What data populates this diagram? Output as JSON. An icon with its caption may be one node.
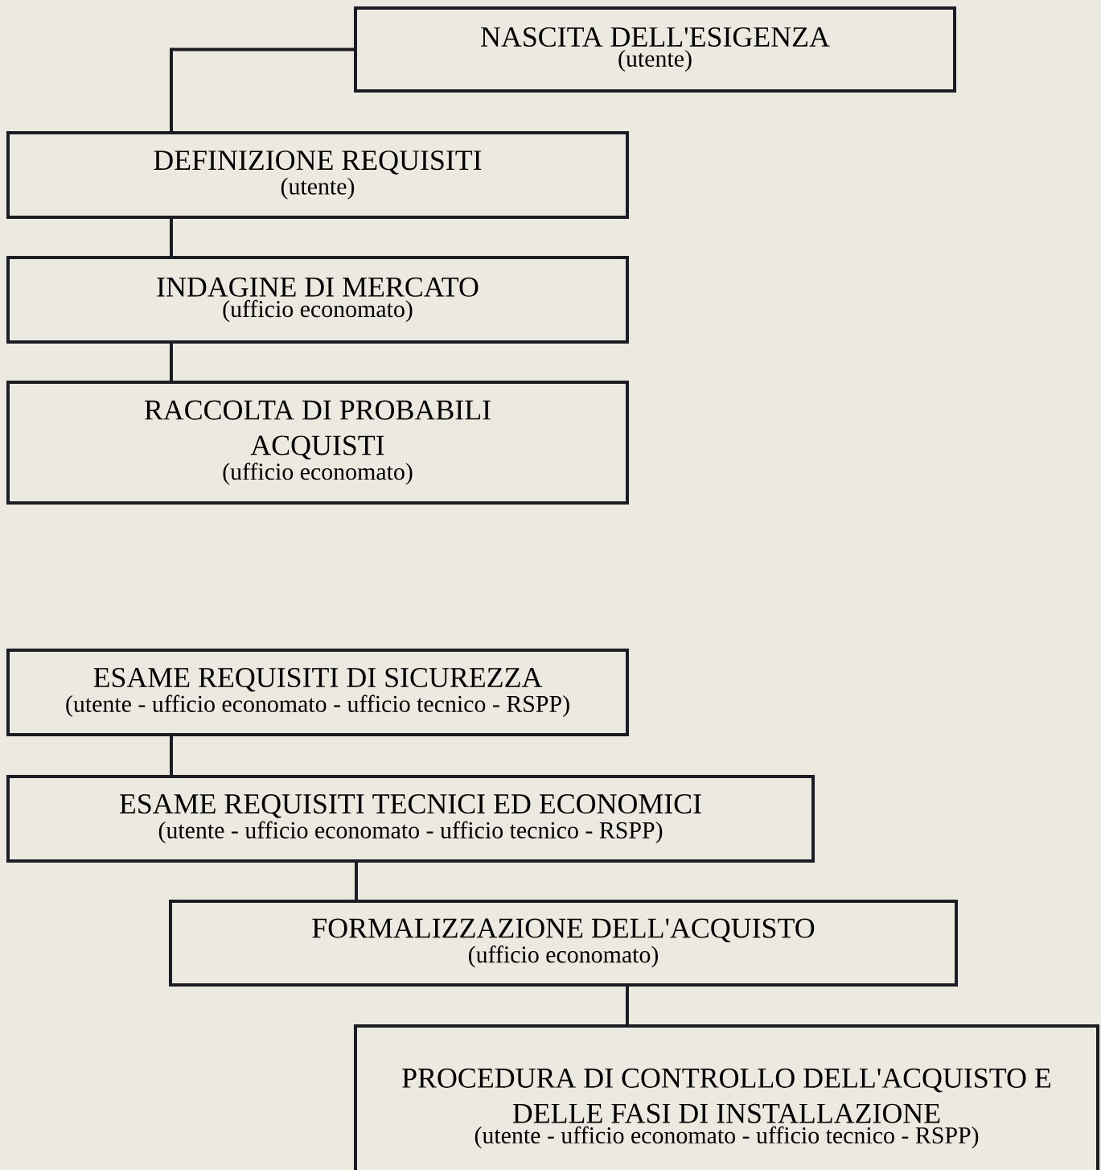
{
  "diagram": {
    "nodes": [
      {
        "text": [
          "NASCITA DELL'ESIGENZA",
          "(utente)"
        ]
      },
      {
        "text": [
          "DEFINIZIONE REQUISITI",
          "(utente)"
        ]
      },
      {
        "text": [
          "INDAGINE DI MERCATO",
          "(ufficio economato)"
        ]
      },
      {
        "text": [
          "RACCOLTA DI PROBABILI ACQUISTI",
          "(ufficio economato)"
        ]
      },
      {
        "text": [
          "ESAME REQUISITI DI SICUREZZA",
          "(utente - ufficio economato - ufficio tecnico - RSPP)"
        ]
      },
      {
        "text": [
          "ESAME REQUISITI TECNICI ED ECONOMICI",
          "(utente - ufficio economato - ufficio tecnico - RSPP)"
        ]
      },
      {
        "text": [
          "FORMALIZZAZIONE DELL'ACQUISTO",
          "(ufficio economato)"
        ]
      },
      {
        "text": [
          "PROCEDURA DI CONTROLLO DELL'ACQUISTO E DELLE FASI DI INSTALLAZIONE",
          "(utente - ufficio economato - ufficio tecnico - RSPP)"
        ]
      }
    ],
    "edges": [
      {
        "from": 0,
        "to": 1,
        "arrow": "none"
      },
      {
        "from": 1,
        "to": 2,
        "arrow": "none"
      },
      {
        "from": 2,
        "to": 3,
        "arrow": "none"
      },
      {
        "from": 4,
        "to": 5,
        "arrow": "none"
      },
      {
        "from": 5,
        "to": 6,
        "arrow": "none"
      },
      {
        "from": 6,
        "to": 7,
        "arrow": "none"
      }
    ]
  }
}
